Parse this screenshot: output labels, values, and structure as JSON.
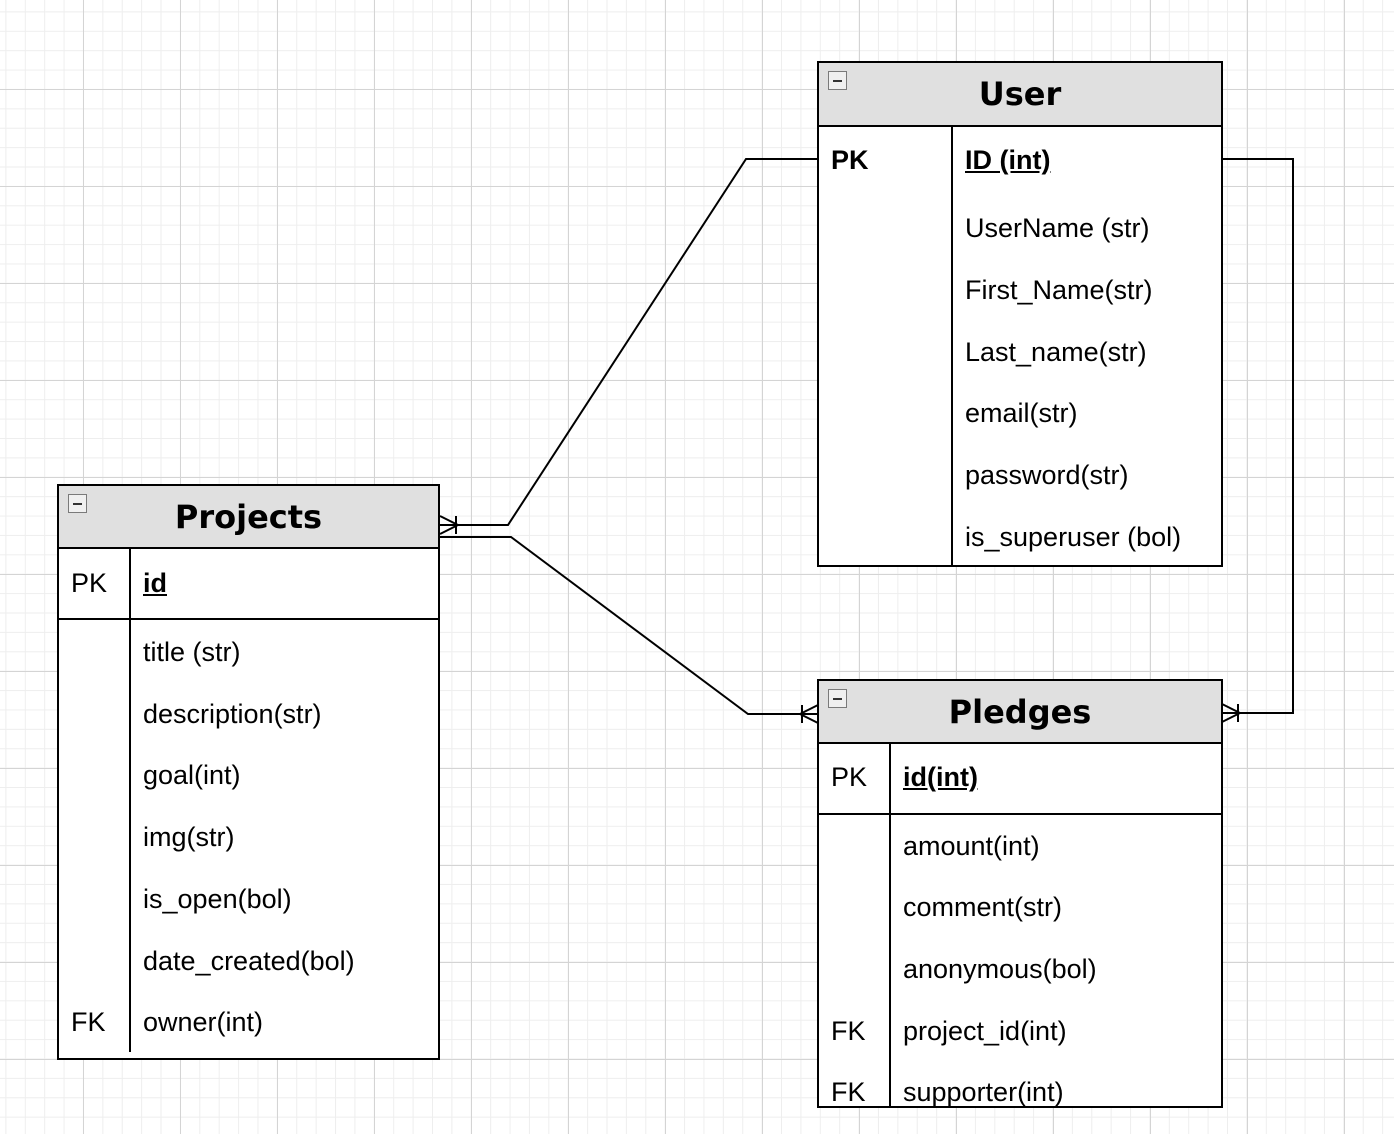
{
  "entities": {
    "user": {
      "title": "User",
      "pk_label": "PK",
      "pk_field": "ID (int)",
      "fields": [
        "UserName (str)",
        "First_Name(str)",
        "Last_name(str)",
        "email(str)",
        "password(str)",
        "is_superuser (bol)"
      ]
    },
    "projects": {
      "title": "Projects",
      "pk_label": "PK",
      "pk_field": "id",
      "fields": [
        "title (str)",
        "description(str)",
        "goal(int)",
        "img(str)",
        "is_open(bol)",
        "date_created(bol)",
        "owner(int)"
      ],
      "fk_label": "FK"
    },
    "pledges": {
      "title": "Pledges",
      "pk_label": "PK",
      "pk_field": "id(int)",
      "fields": [
        "amount(int)",
        "comment(str)",
        "anonymous(bol)",
        "project_id(int)",
        "supporter(int)"
      ],
      "fk_labels": [
        "FK",
        "FK"
      ]
    }
  },
  "relationships": [
    {
      "from": "User.ID (int)",
      "to": "Projects",
      "type": "one-to-many"
    },
    {
      "from": "Projects",
      "to": "Pledges",
      "type": "one-to-many"
    },
    {
      "from": "User.ID (int)",
      "to": "Pledges",
      "type": "one-to-many"
    }
  ]
}
